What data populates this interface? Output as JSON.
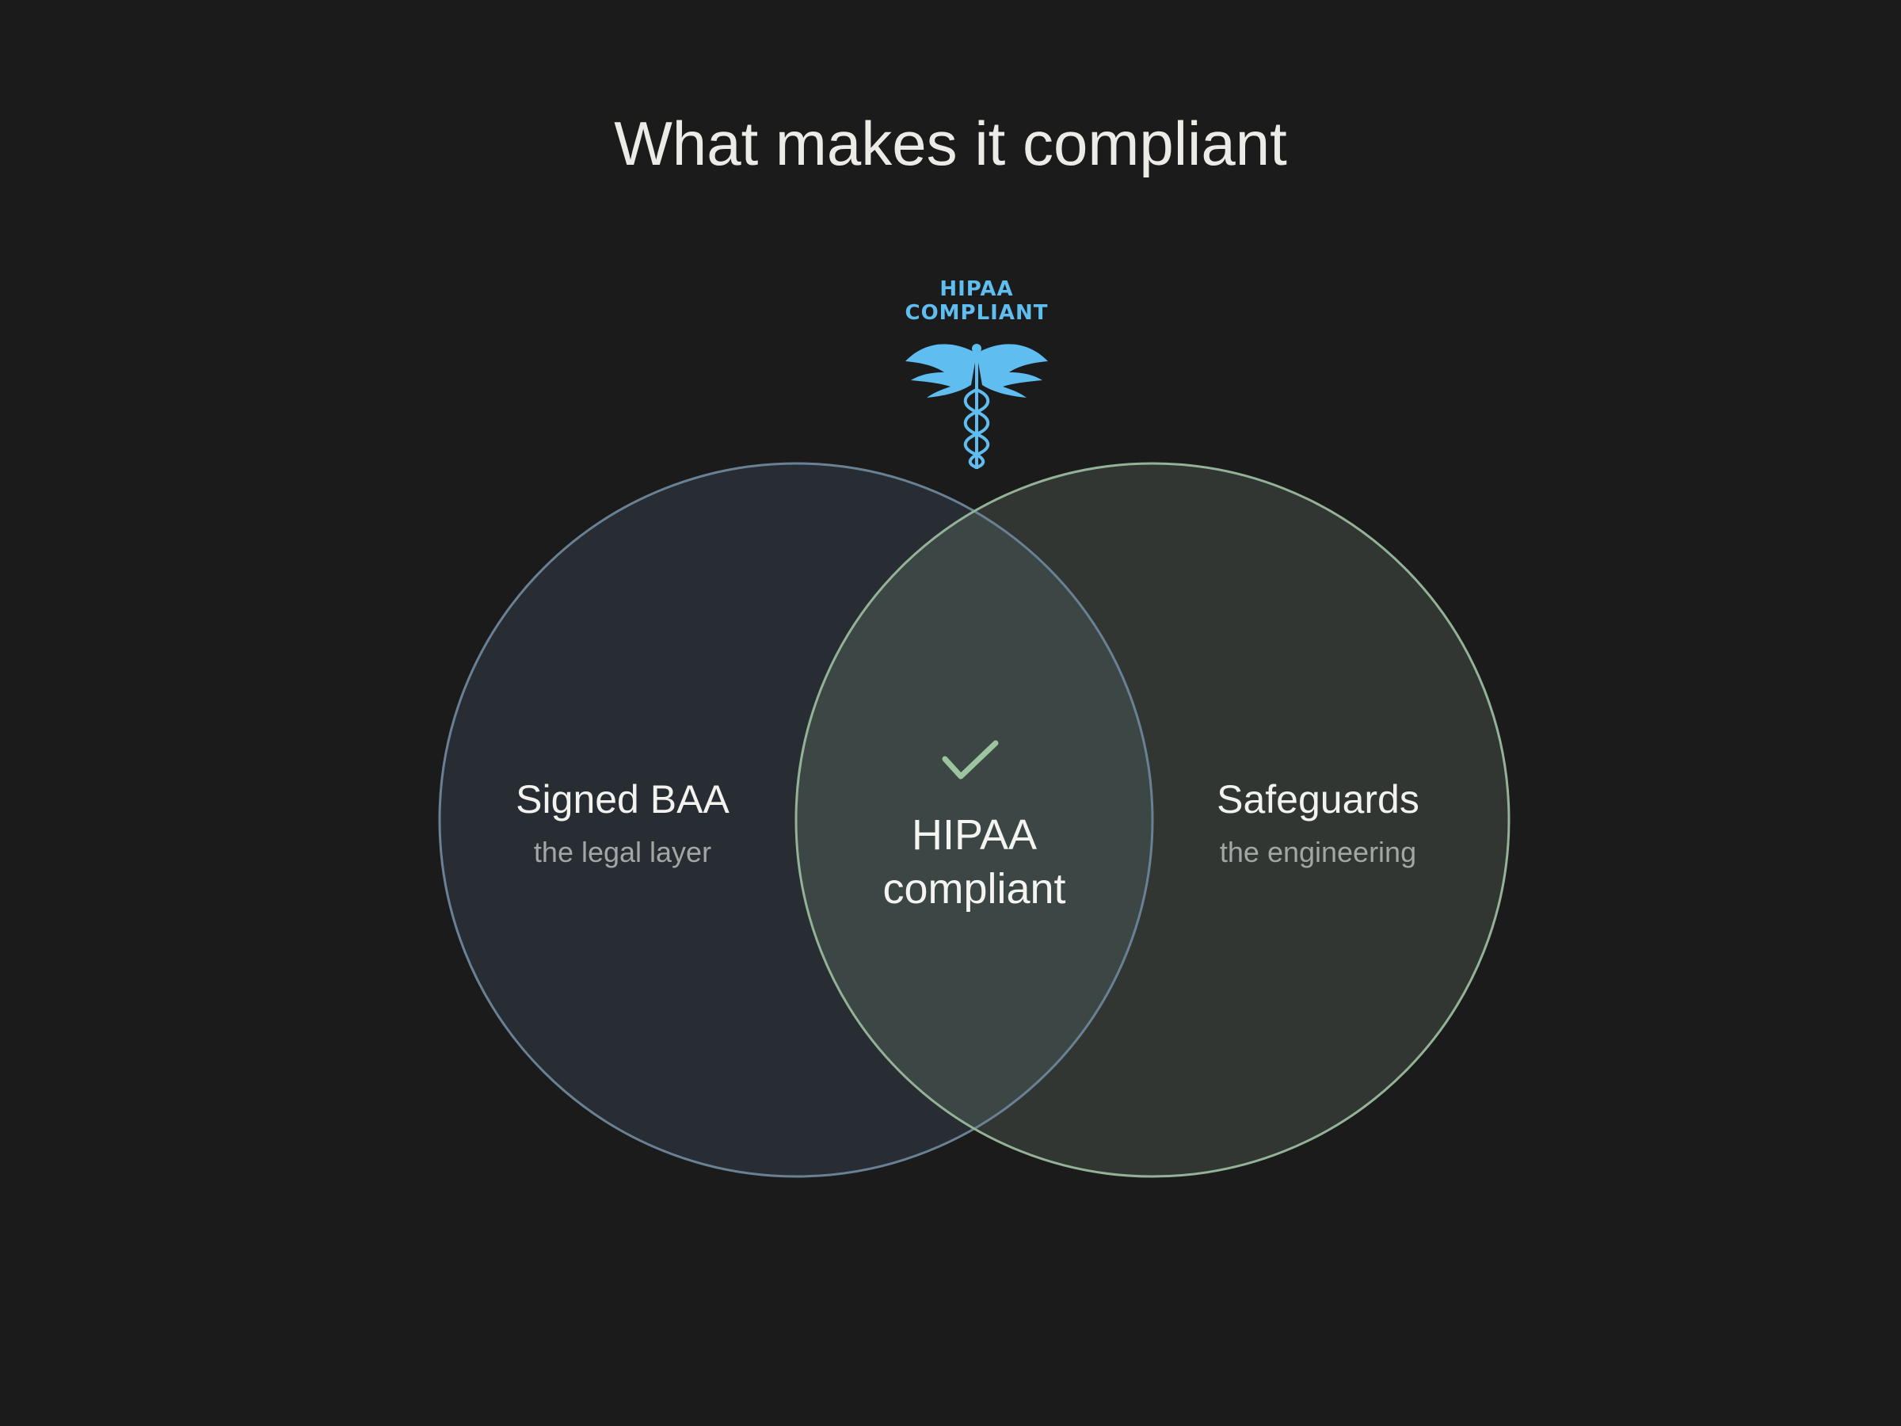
{
  "title": "What makes it compliant",
  "badge": {
    "line1": "HIPAA",
    "line2": "COMPLIANT",
    "icon": "caduceus-icon",
    "color": "#5fbdf0"
  },
  "venn": {
    "left": {
      "label": "Signed BAA",
      "sublabel": "the legal layer",
      "stroke": "#6a8195",
      "fill": "#272d33"
    },
    "right": {
      "label": "Safeguards",
      "sublabel": "the engineering",
      "stroke": "#94b297",
      "fill": "#313632"
    },
    "intersection": {
      "line1": "HIPAA",
      "line2": "compliant",
      "icon": "check-icon",
      "fill": "#3c4745",
      "check_color": "#9cc59f"
    }
  }
}
